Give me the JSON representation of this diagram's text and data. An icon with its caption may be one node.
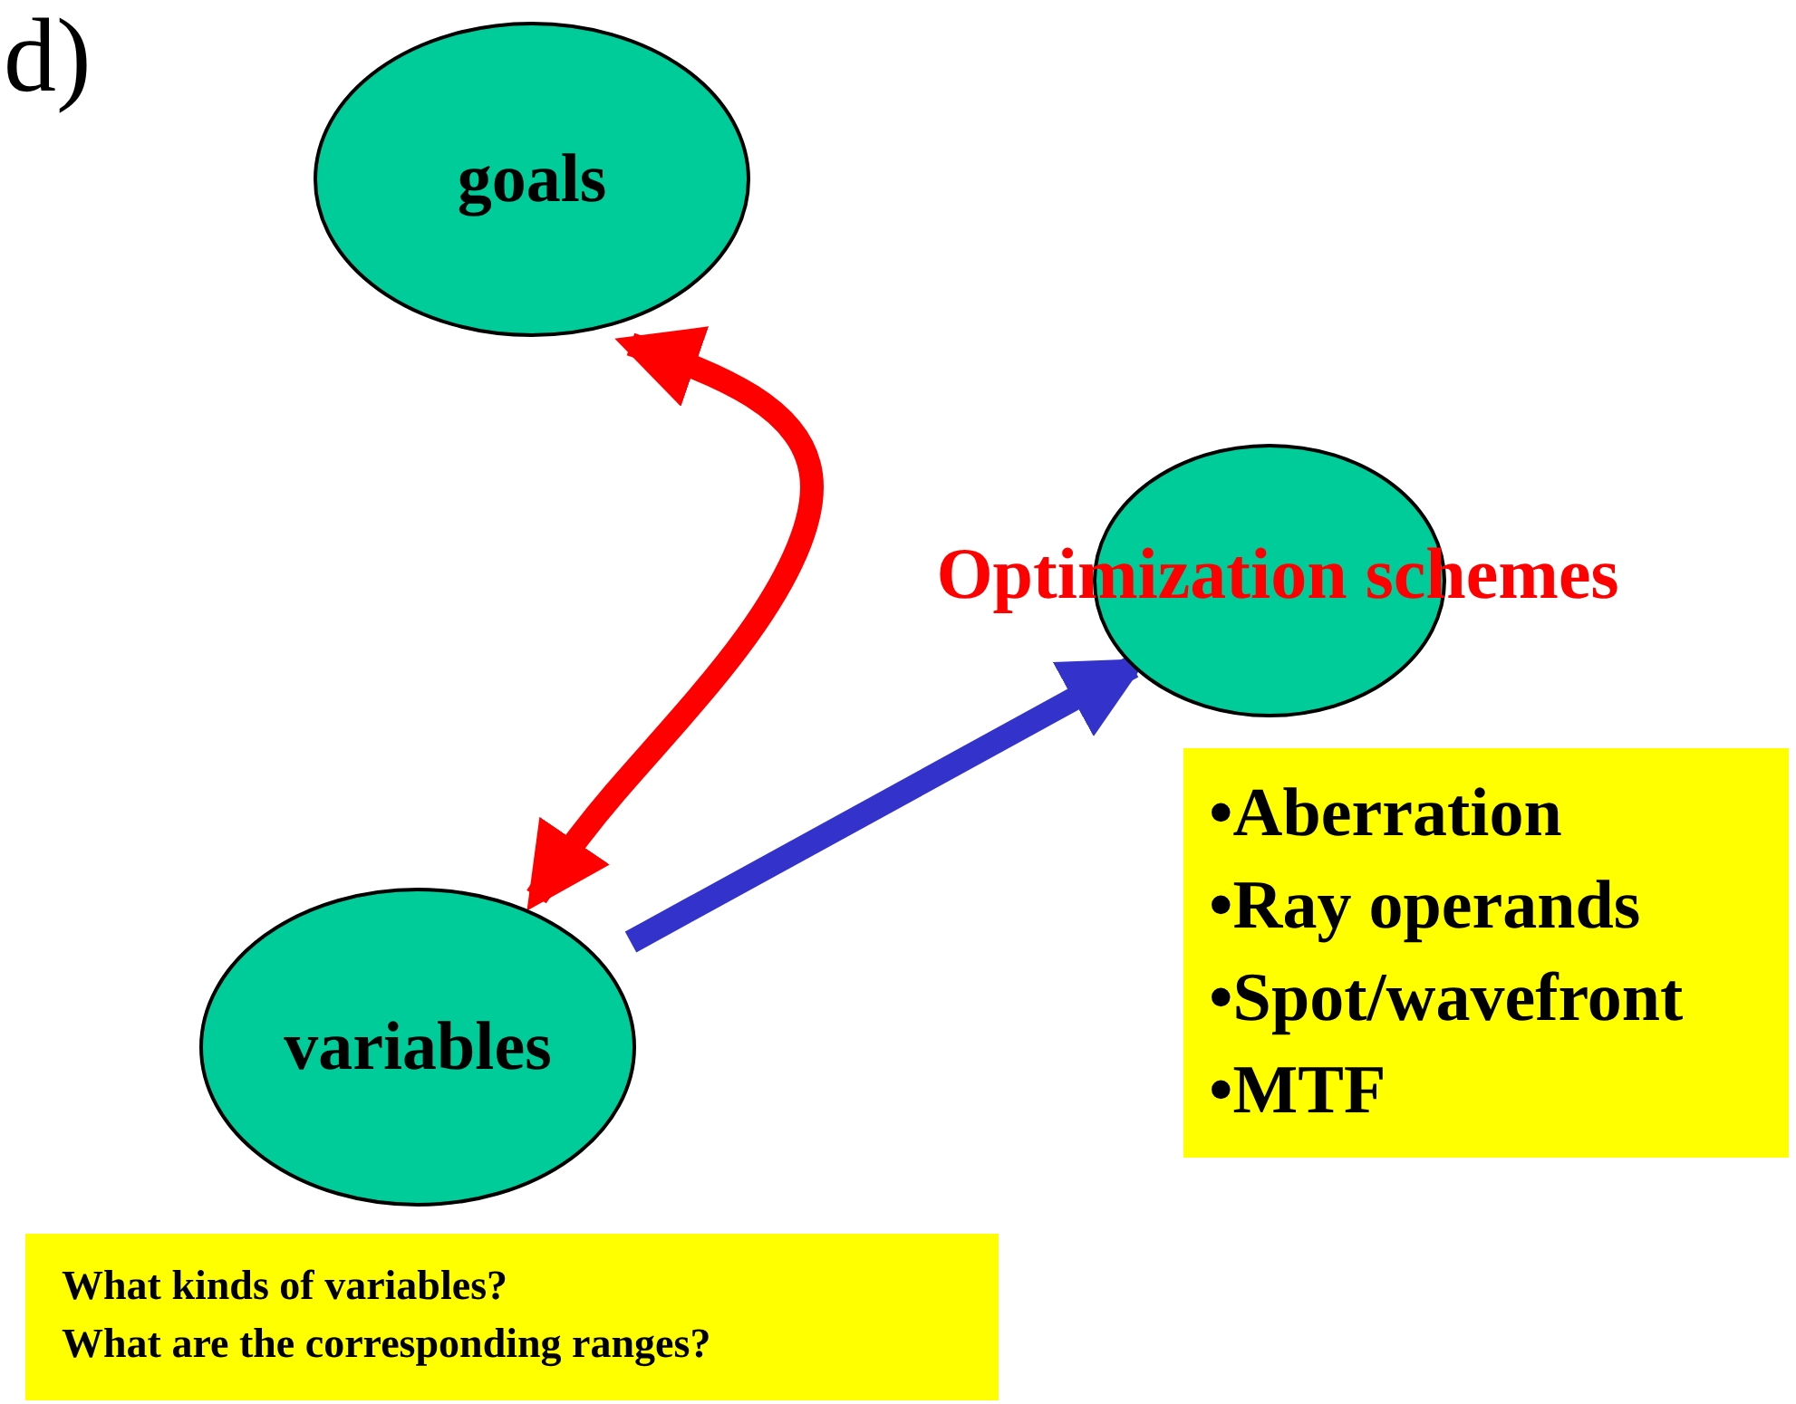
{
  "diagram": {
    "nodes": [
      {
        "text": [
          "goals"
        ]
      },
      {
        "text": [
          "Optimization schemes"
        ]
      },
      {
        "text": [
          "variables"
        ]
      },
      {
        "text": [
          "•Aberration",
          "•Ray operands",
          "•Spot/wavefront",
          "•MTF"
        ]
      },
      {
        "text": [
          "What kinds of variables?",
          "What are the corresponding ranges?"
        ]
      }
    ],
    "edges": [
      {
        "from": 0,
        "to": 2,
        "arrow": "both",
        "color": "#ff0000"
      },
      {
        "from": 2,
        "to": 1,
        "arrow": "to",
        "color": "#3333cc"
      }
    ],
    "labels": [
      "d)"
    ]
  }
}
